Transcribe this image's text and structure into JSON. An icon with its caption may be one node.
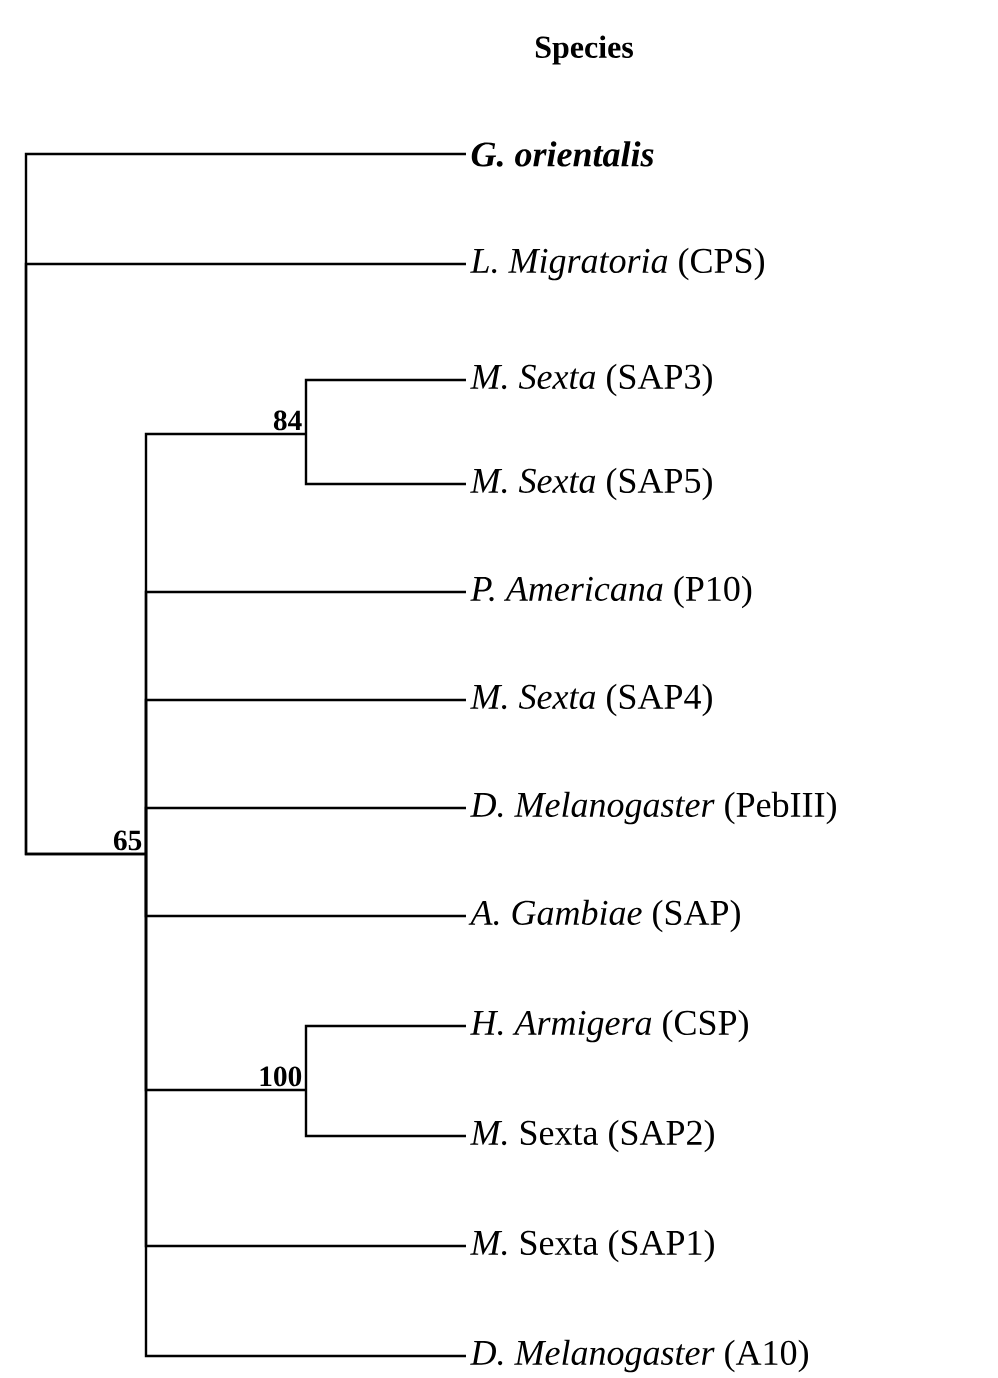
{
  "diagram": {
    "title": "Species",
    "nodes": [
      {
        "text": [
          "G. orientalis"
        ]
      },
      {
        "text": [
          "*L. Migratoria* (CPS)"
        ]
      },
      {
        "text": [
          "84"
        ]
      },
      {
        "text": [
          "*M. Sexta* (SAP3)"
        ]
      },
      {
        "text": [
          "*M. Sexta* (SAP5)"
        ]
      },
      {
        "text": [
          "*P. Americana* (P10)"
        ]
      },
      {
        "text": [
          "*M. Sexta* (SAP4)"
        ]
      },
      {
        "text": [
          "65"
        ]
      },
      {
        "text": [
          "*D. Melanogaster* (PebIII)"
        ]
      },
      {
        "text": [
          "*A. Gambiae* (SAP)"
        ]
      },
      {
        "text": [
          "100"
        ]
      },
      {
        "text": [
          "*H. Armigera* (CSP)"
        ]
      },
      {
        "text": [
          "*M.* Sexta (SAP2)"
        ]
      },
      {
        "text": [
          "*M.* Sexta (SAP1)"
        ]
      },
      {
        "text": [
          "*D. Melanogaster* (A10)"
        ]
      }
    ],
    "edges": [
      {
        "from": 7,
        "to": 0,
        "arrow": "none"
      },
      {
        "from": 7,
        "to": 1,
        "arrow": "none"
      },
      {
        "from": 7,
        "to": 2,
        "arrow": "none"
      },
      {
        "from": 2,
        "to": 3,
        "arrow": "none"
      },
      {
        "from": 2,
        "to": 4,
        "arrow": "none"
      },
      {
        "from": 7,
        "to": 5,
        "arrow": "none"
      },
      {
        "from": 7,
        "to": 6,
        "arrow": "none"
      },
      {
        "from": 7,
        "to": 8,
        "arrow": "none"
      },
      {
        "from": 7,
        "to": 9,
        "arrow": "none"
      },
      {
        "from": 7,
        "to": 10,
        "arrow": "none"
      },
      {
        "from": 10,
        "to": 11,
        "arrow": "none"
      },
      {
        "from": 10,
        "to": 12,
        "arrow": "none"
      },
      {
        "from": 7,
        "to": 13,
        "arrow": "none"
      },
      {
        "from": 7,
        "to": 14,
        "arrow": "none"
      }
    ]
  }
}
